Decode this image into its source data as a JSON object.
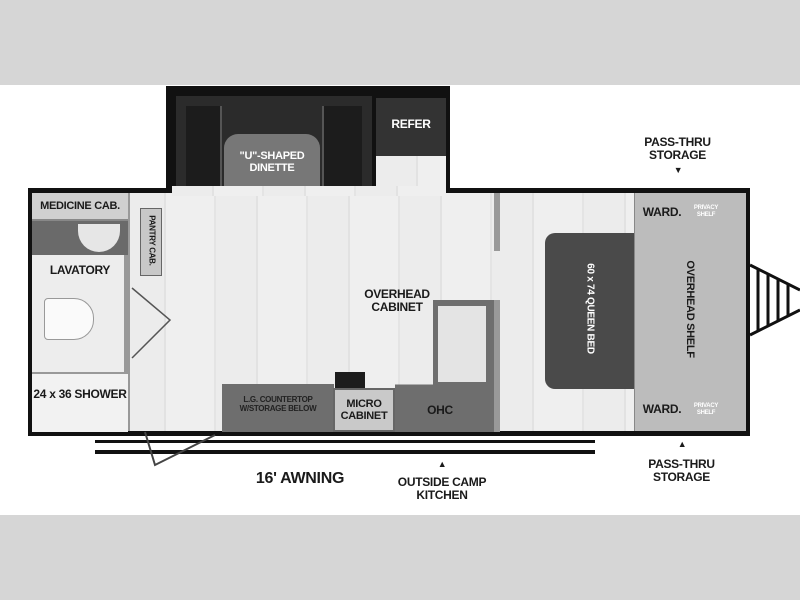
{
  "rooms": {
    "refer": "REFER",
    "dinette": "\"U\"-SHAPED DINETTE",
    "medicine_cab": "MEDICINE CAB.",
    "pantry_cab": "PANTRY CAB.",
    "lavatory": "LAVATORY",
    "shower": "24 x 36 SHOWER",
    "overhead_cabinet": "OVERHEAD CABINET",
    "countertop": "L.G. COUNTERTOP W/STORAGE BELOW",
    "micro_cabinet": "MICRO CABINET",
    "ohc": "OHC",
    "bed": "60 x 74 QUEEN BED",
    "overhead_shelf": "OVERHEAD SHELF",
    "ward_top": "WARD.",
    "ward_bottom": "WARD.",
    "privacy_shelf_top": "PRIVACY SHELF",
    "privacy_shelf_bottom": "PRIVACY SHELF"
  },
  "exterior": {
    "pass_thru_top": "PASS-THRU STORAGE",
    "pass_thru_bottom": "PASS-THRU STORAGE",
    "awning": "16' AWNING",
    "camp_kitchen": "OUTSIDE CAMP KITCHEN",
    "arrow_down": "▼",
    "arrow_up": "▲"
  }
}
